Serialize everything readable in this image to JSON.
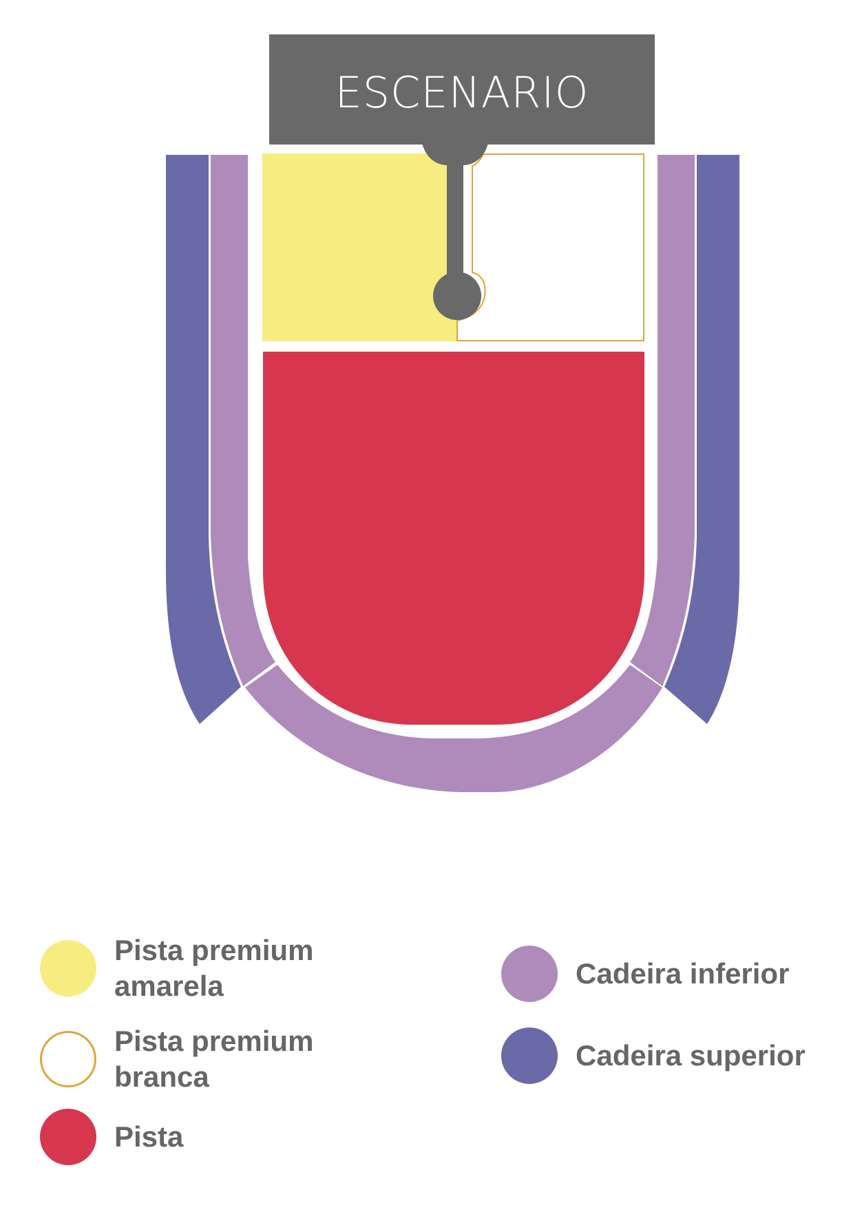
{
  "stage": {
    "label": "ESCENARIO",
    "color": "#696969"
  },
  "colors": {
    "pista_premium_amarela": "#f7ec80",
    "pista_premium_branca_fill": "#ffffff",
    "pista_premium_branca_border": "#e3a338",
    "pista": "#d6374f",
    "cadeira_inferior": "#ae8bbb",
    "cadeira_superior": "#6a6aa8",
    "legend_text": "#666666"
  },
  "legend": {
    "pista_premium_amarela": "Pista premium\namarela",
    "pista_premium_branca": "Pista premium\nbranca",
    "pista": "Pista",
    "cadeira_inferior": "Cadeira inferior",
    "cadeira_superior": "Cadeira superior"
  }
}
